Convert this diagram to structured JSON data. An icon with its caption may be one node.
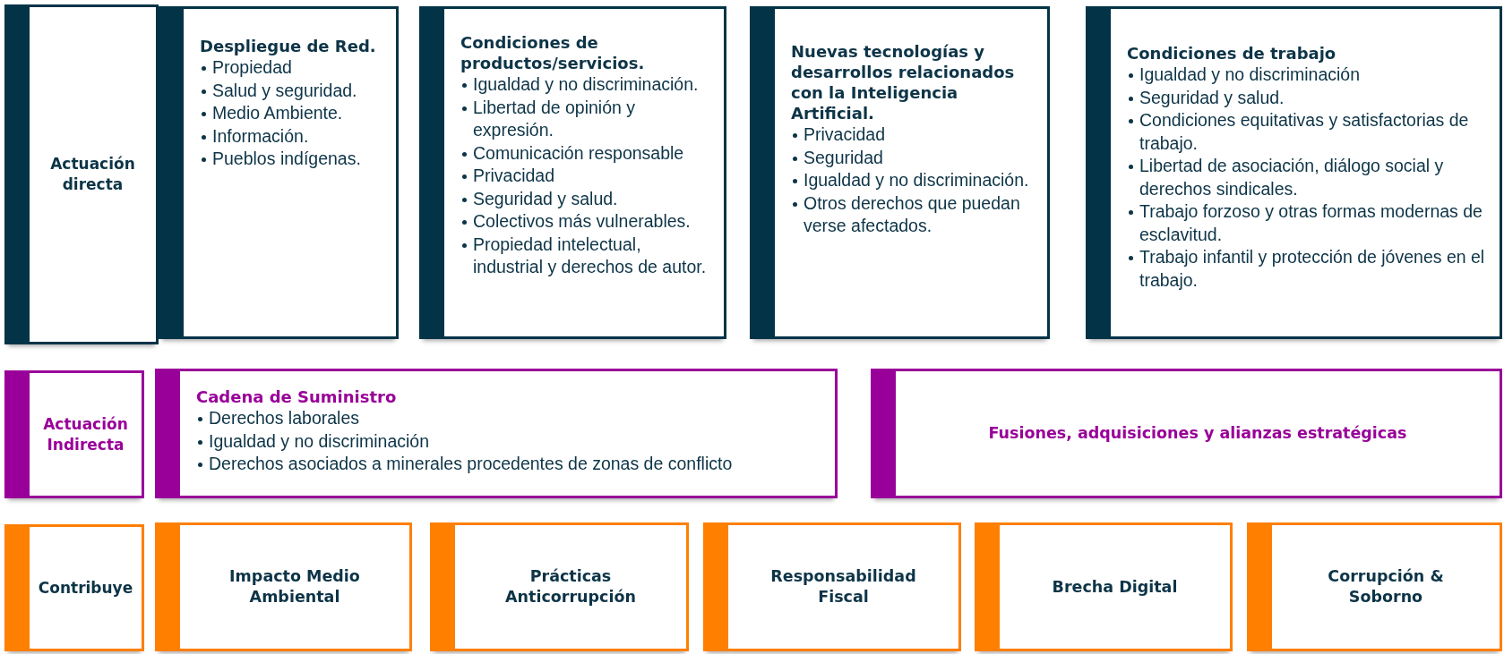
{
  "diagram": {
    "nodes": [
      {
        "text": [
          "Actuación directa"
        ]
      },
      {
        "text": [
          "Despliegue de Red.",
          "Propiedad",
          "Salud y seguridad.",
          "Medio Ambiente.",
          "Información.",
          "Pueblos indígenas."
        ]
      },
      {
        "text": [
          "Condiciones de productos/servicios.",
          "Igualdad y no discriminación.",
          "Libertad de opinión y expresión.",
          "Comunicación responsable",
          "Privacidad",
          "Seguridad y salud.",
          "Colectivos más vulnerables.",
          "Propiedad intelectual, industrial y derechos de autor."
        ]
      },
      {
        "text": [
          "Nuevas tecnologías y desarrollos relacionados con la Inteligencia Artificial.",
          "Privacidad",
          "Seguridad",
          "Igualdad y no discriminación.",
          "Otros derechos que puedan verse afectados."
        ]
      },
      {
        "text": [
          "Condiciones de trabajo",
          "Igualdad y no discriminación",
          "Seguridad y salud.",
          "Condiciones equitativas y satisfactorias de trabajo.",
          "Libertad de asociación, diálogo social y derechos sindicales.",
          "Trabajo forzoso y otras formas modernas de esclavitud.",
          "Trabajo infantil y protección de jóvenes en el trabajo."
        ]
      },
      {
        "text": [
          "Actuación Indirecta"
        ]
      },
      {
        "text": [
          "Cadena de Suministro",
          "Derechos laborales",
          "Igualdad y no discriminación",
          "Derechos asociados a minerales procedentes de zonas de conflicto"
        ]
      },
      {
        "text": [
          "Fusiones, adquisiciones y alianzas estratégicas"
        ]
      },
      {
        "text": [
          "Contribuye"
        ]
      },
      {
        "text": [
          "Impacto Medio Ambiental"
        ]
      },
      {
        "text": [
          "Prácticas Anticorrupción"
        ]
      },
      {
        "text": [
          "Responsabilidad Fiscal"
        ]
      },
      {
        "text": [
          "Brecha Digital"
        ]
      },
      {
        "text": [
          "Corrupción & Soborno"
        ]
      }
    ]
  }
}
